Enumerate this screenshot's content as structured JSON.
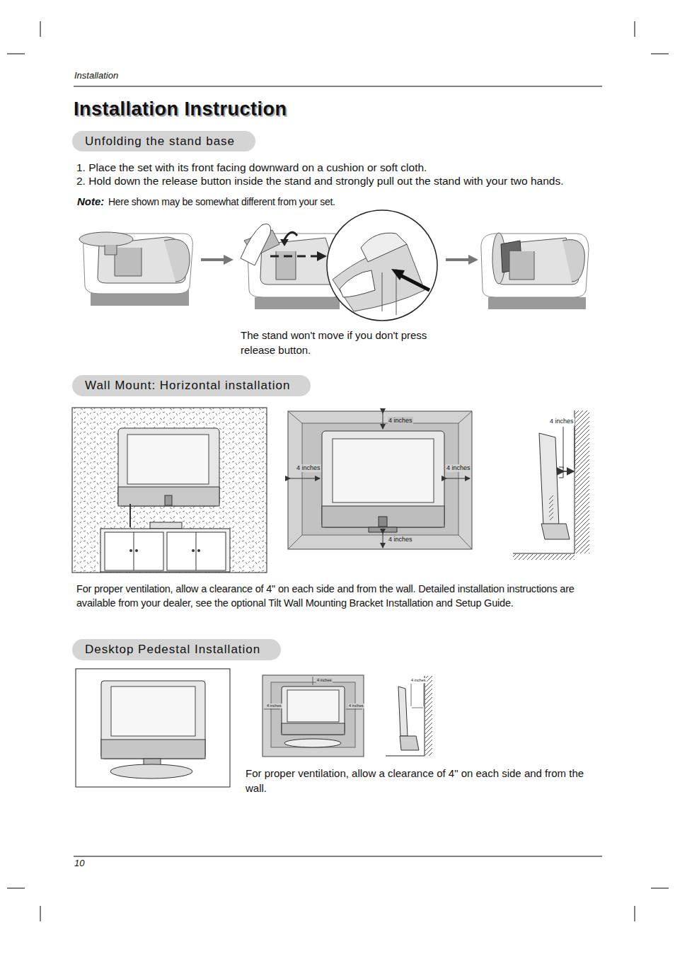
{
  "diagram": {
    "title": "Installation Instruction",
    "nodes": [
      {
        "text": [
          "Unfolding the stand base"
        ]
      },
      {
        "text": [
          "Wall Mount: Horizontal installation"
        ]
      },
      {
        "text": [
          "Desktop Pedestal Installation"
        ]
      }
    ],
    "labels": [
      "Installation",
      "1. Place the set with its front facing downward on a cushion or soft cloth.",
      "2. Hold down the release button inside the stand and strongly pull out the stand with your two hands.",
      "Note:",
      "Here shown may be somewhat different from your set.",
      "The stand won't move if you don't press release button.",
      "4 inches",
      "4 inches",
      "4 inches",
      "4 inches",
      "4 inches",
      "For proper ventilation, allow a clearance of 4\" on each side and from the wall. Detailed installation instructions are available from your dealer, see the optional Tilt Wall Mounting Bracket Installation and Setup Guide.",
      "4 inches",
      "4 inches",
      "4 inches",
      "4 inches",
      "For proper ventilation, allow a clearance of 4\" on each side and from the wall.",
      "10"
    ]
  }
}
